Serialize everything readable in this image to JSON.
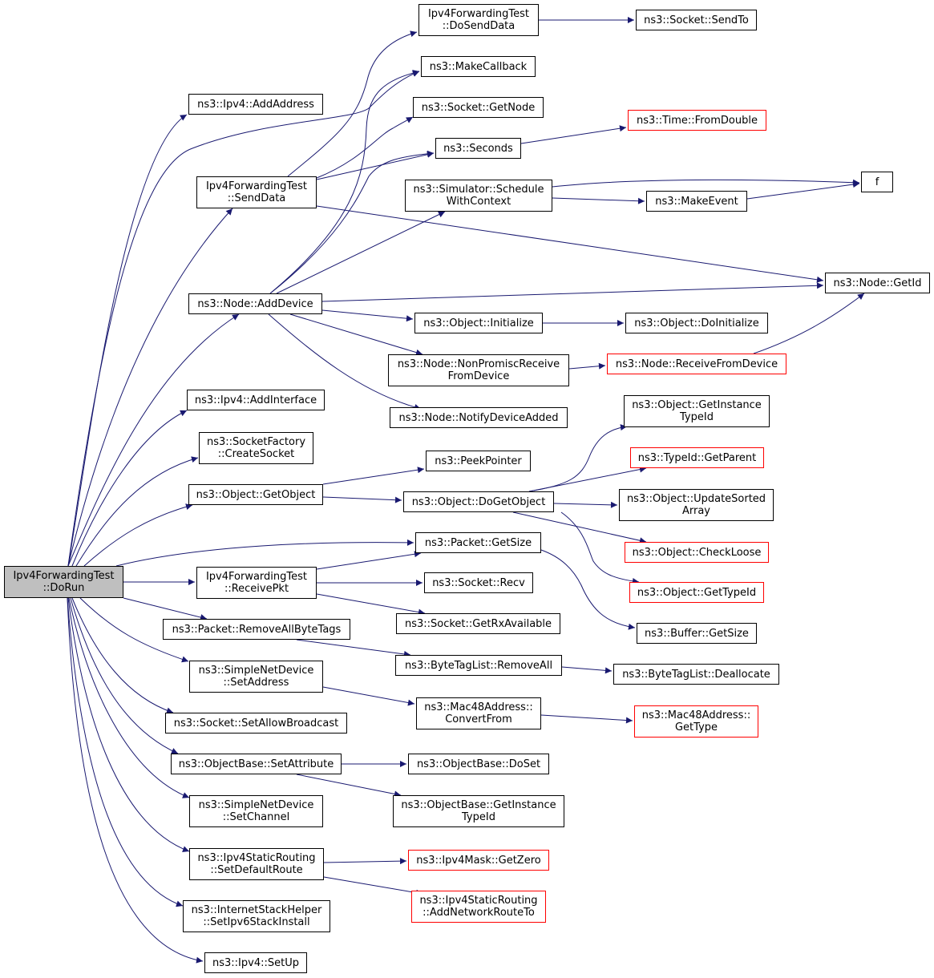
{
  "nodes": {
    "root": [
      "Ipv4ForwardingTest",
      "::DoRun"
    ],
    "add_address": [
      "ns3::Ipv4::AddAddress"
    ],
    "send_data": [
      "Ipv4ForwardingTest",
      "::SendData"
    ],
    "do_send_data": [
      "Ipv4ForwardingTest",
      "::DoSendData"
    ],
    "send_to": [
      "ns3::Socket::SendTo"
    ],
    "make_callback": [
      "ns3::MakeCallback"
    ],
    "get_node": [
      "ns3::Socket::GetNode"
    ],
    "from_double": [
      "ns3::Time::FromDouble"
    ],
    "seconds": [
      "ns3::Seconds"
    ],
    "schedule": [
      "ns3::Simulator::Schedule",
      "WithContext"
    ],
    "f": [
      "f"
    ],
    "make_event": [
      "ns3::MakeEvent"
    ],
    "node_get_id": [
      "ns3::Node::GetId"
    ],
    "add_device": [
      "ns3::Node::AddDevice"
    ],
    "initialize": [
      "ns3::Object::Initialize"
    ],
    "do_initialize": [
      "ns3::Object::DoInitialize"
    ],
    "non_promisc": [
      "ns3::Node::NonPromiscReceive",
      "FromDevice"
    ],
    "receive_from_device": [
      "ns3::Node::ReceiveFromDevice"
    ],
    "add_interface": [
      "ns3::Ipv4::AddInterface"
    ],
    "notify_device_added": [
      "ns3::Node::NotifyDeviceAdded"
    ],
    "get_instance_typeid_obj": [
      "ns3::Object::GetInstance",
      "TypeId"
    ],
    "create_socket": [
      "ns3::SocketFactory",
      "::CreateSocket"
    ],
    "get_parent": [
      "ns3::TypeId::GetParent"
    ],
    "peek_pointer": [
      "ns3::PeekPointer"
    ],
    "get_object": [
      "ns3::Object::GetObject"
    ],
    "do_get_object": [
      "ns3::Object::DoGetObject"
    ],
    "update_sorted": [
      "ns3::Object::UpdateSorted",
      "Array"
    ],
    "packet_get_size": [
      "ns3::Packet::GetSize"
    ],
    "check_loose": [
      "ns3::Object::CheckLoose"
    ],
    "receive_pkt": [
      "Ipv4ForwardingTest",
      "::ReceivePkt"
    ],
    "recv": [
      "ns3::Socket::Recv"
    ],
    "get_type_id": [
      "ns3::Object::GetTypeId"
    ],
    "get_rx_available": [
      "ns3::Socket::GetRxAvailable"
    ],
    "remove_all_byte_tags": [
      "ns3::Packet::RemoveAllByteTags"
    ],
    "buffer_get_size": [
      "ns3::Buffer::GetSize"
    ],
    "remove_all": [
      "ns3::ByteTagList::RemoveAll"
    ],
    "set_address": [
      "ns3::SimpleNetDevice",
      "::SetAddress"
    ],
    "deallocate": [
      "ns3::ByteTagList::Deallocate"
    ],
    "convert_from": [
      "ns3::Mac48Address::",
      "ConvertFrom"
    ],
    "mac_get_type": [
      "ns3::Mac48Address::",
      "GetType"
    ],
    "set_allow_broadcast": [
      "ns3::Socket::SetAllowBroadcast"
    ],
    "set_attribute": [
      "ns3::ObjectBase::SetAttribute"
    ],
    "do_set": [
      "ns3::ObjectBase::DoSet"
    ],
    "get_instance_typeid_base": [
      "ns3::ObjectBase::GetInstance",
      "TypeId"
    ],
    "set_channel": [
      "ns3::SimpleNetDevice",
      "::SetChannel"
    ],
    "set_default_route": [
      "ns3::Ipv4StaticRouting",
      "::SetDefaultRoute"
    ],
    "get_zero": [
      "ns3::Ipv4Mask::GetZero"
    ],
    "add_network_route": [
      "ns3::Ipv4StaticRouting",
      "::AddNetworkRouteTo"
    ],
    "set_ipv6_stack": [
      "ns3::InternetStackHelper",
      "::SetIpv6StackInstall"
    ],
    "set_up": [
      "ns3::Ipv4::SetUp"
    ]
  },
  "colors": {
    "edge": "#191970",
    "node_border": "#000000",
    "truncated_border": "#ff0000",
    "root_fill": "#bfbfbf"
  }
}
